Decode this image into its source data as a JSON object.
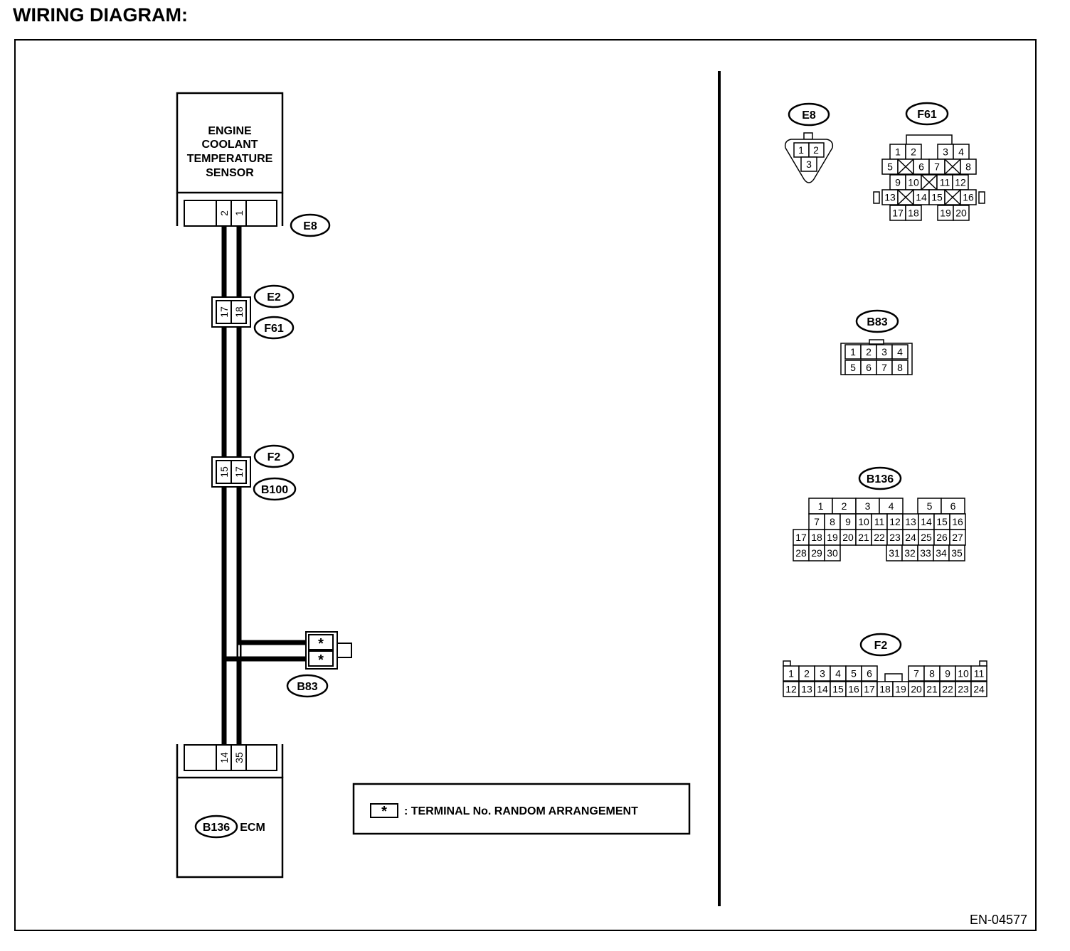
{
  "title": "WIRING DIAGRAM:",
  "figure_id": "EN-04577",
  "sensor": {
    "lines": [
      "ENGINE",
      "COOLANT",
      "TEMPERATURE",
      "SENSOR"
    ],
    "connector": "E8",
    "terminals": [
      "2",
      "1"
    ]
  },
  "joint_e2_f61": {
    "top": "E2",
    "bottom": "F61",
    "terminals": [
      "17",
      "18"
    ]
  },
  "joint_f2_b100": {
    "top": "F2",
    "bottom": "B100",
    "terminals": [
      "15",
      "17"
    ]
  },
  "joint_b83": {
    "label": "B83",
    "terminals": [
      "*",
      "*"
    ]
  },
  "ecm": {
    "connector": "B136",
    "label": "ECM",
    "terminals": [
      "14",
      "35"
    ]
  },
  "legend": {
    "symbol": "*",
    "text": ": TERMINAL No. RANDOM ARRANGEMENT"
  },
  "connector_views": {
    "e8": {
      "label": "E8",
      "pins": [
        "1",
        "2",
        "3"
      ]
    },
    "f61": {
      "label": "F61",
      "pins": [
        "1",
        "2",
        "3",
        "4",
        "5",
        "6",
        "7",
        "8",
        "9",
        "10",
        "11",
        "12",
        "13",
        "14",
        "15",
        "16",
        "17",
        "18",
        "19",
        "20"
      ]
    },
    "b83": {
      "label": "B83",
      "pins": [
        "1",
        "2",
        "3",
        "4",
        "5",
        "6",
        "7",
        "8"
      ]
    },
    "b136": {
      "label": "B136",
      "pins": [
        "1",
        "2",
        "3",
        "4",
        "5",
        "6",
        "7",
        "8",
        "9",
        "10",
        "11",
        "12",
        "13",
        "14",
        "15",
        "16",
        "17",
        "18",
        "19",
        "20",
        "21",
        "22",
        "23",
        "24",
        "25",
        "26",
        "27",
        "28",
        "29",
        "30",
        "31",
        "32",
        "33",
        "34",
        "35"
      ]
    },
    "f2": {
      "label": "F2",
      "pins": [
        "1",
        "2",
        "3",
        "4",
        "5",
        "6",
        "7",
        "8",
        "9",
        "10",
        "11",
        "12",
        "13",
        "14",
        "15",
        "16",
        "17",
        "18",
        "19",
        "20",
        "21",
        "22",
        "23",
        "24"
      ]
    }
  }
}
